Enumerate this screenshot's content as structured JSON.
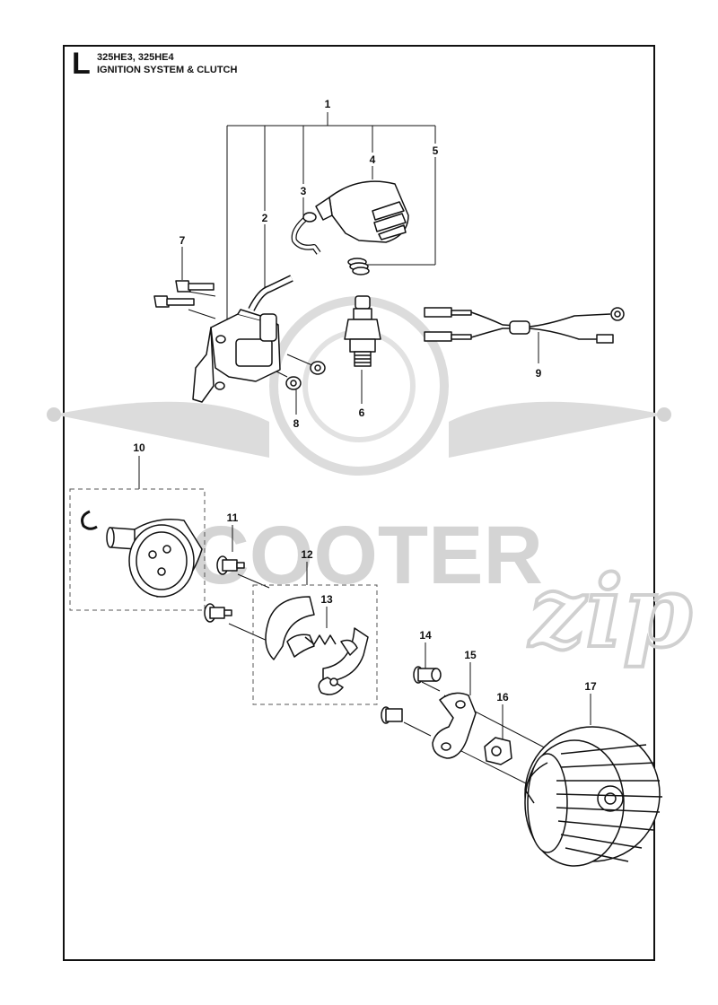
{
  "header": {
    "section_letter": "L",
    "models": "325HE3, 325HE4",
    "title": "IGNITION SYSTEM & CLUTCH"
  },
  "watermark": {
    "brand": "SCOOTER",
    "script": "zip"
  },
  "callouts": [
    {
      "id": "callout-1",
      "label": "1"
    },
    {
      "id": "callout-2",
      "label": "2"
    },
    {
      "id": "callout-3",
      "label": "3"
    },
    {
      "id": "callout-4",
      "label": "4"
    },
    {
      "id": "callout-5",
      "label": "5"
    },
    {
      "id": "callout-6",
      "label": "6"
    },
    {
      "id": "callout-7",
      "label": "7"
    },
    {
      "id": "callout-8",
      "label": "8"
    },
    {
      "id": "callout-9",
      "label": "9"
    },
    {
      "id": "callout-10",
      "label": "10"
    },
    {
      "id": "callout-11",
      "label": "11"
    },
    {
      "id": "callout-12",
      "label": "12"
    },
    {
      "id": "callout-13",
      "label": "13"
    },
    {
      "id": "callout-14",
      "label": "14"
    },
    {
      "id": "callout-15",
      "label": "15"
    },
    {
      "id": "callout-16",
      "label": "16"
    },
    {
      "id": "callout-17",
      "label": "17"
    }
  ],
  "colors": {
    "line": "#111111",
    "watermark": "#d4d4d4"
  }
}
